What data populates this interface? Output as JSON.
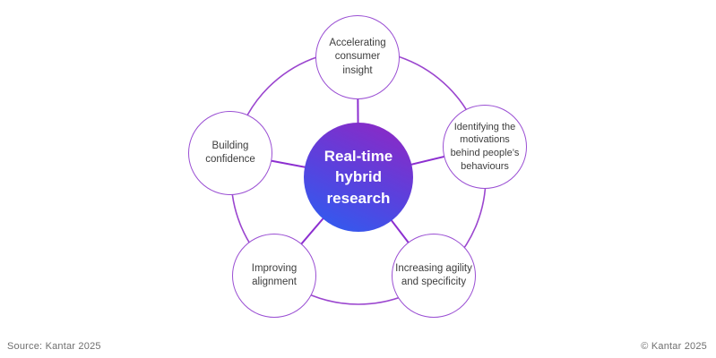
{
  "diagram": {
    "title_semantic": "Real-time hybrid research benefits wheel",
    "center_node": {
      "label": "Real-time hybrid research"
    },
    "nodes": [
      {
        "id": "accelerating-consumer-insight",
        "label": "Accelerating consumer insight"
      },
      {
        "id": "identifying-motivations",
        "label": "Identifying the motivations behind people’s behaviours"
      },
      {
        "id": "increasing-agility",
        "label": "Increasing agility and specificity"
      },
      {
        "id": "improving-alignment",
        "label": "Improving alignment"
      },
      {
        "id": "building-confidence",
        "label": "Building confidence"
      }
    ],
    "colors": {
      "connector_line": "#8c2fd0",
      "outer_ring": "#9b46cf",
      "node_border": "#9a4fd3",
      "node_text": "#3d3d3d",
      "center_gradient_top": "#8a2ac6",
      "center_gradient_bottom": "#2f5cf0",
      "center_text": "#ffffff",
      "footer_text": "#6f6f6f",
      "background": "#ffffff"
    }
  },
  "footer": {
    "source": "Source: Kantar 2025",
    "copyright": "© Kantar 2025"
  }
}
